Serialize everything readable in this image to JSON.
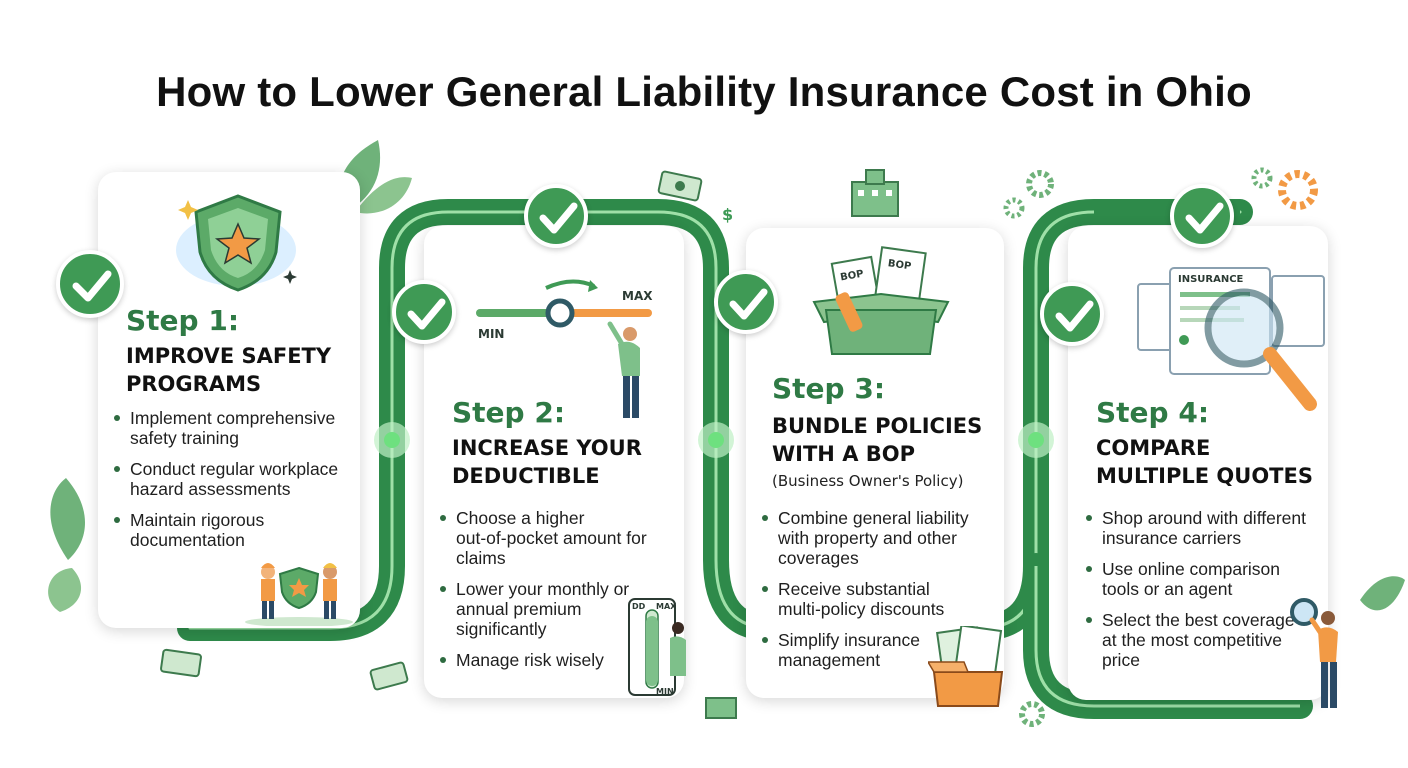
{
  "title": "How to Lower General Liability Insurance Cost in Ohio",
  "steps": [
    {
      "number": "Step 1:",
      "heading": "IMPROVE SAFETY\nPROGRAMS",
      "subheading": "",
      "bullets": [
        "Implement comprehensive\nsafety training",
        "Conduct regular workplace\nhazard assessments",
        "Maintain rigorous\ndocumentation"
      ],
      "icon": "shield-star-icon"
    },
    {
      "number": "Step 2:",
      "heading": "INCREASE YOUR\nDEDUCTIBLE",
      "subheading": "",
      "bullets": [
        "Choose a higher\nout-of-pocket amount for\nclaims",
        "Lower your monthly or\nannual premium\nsignificantly",
        "Manage risk wisely"
      ],
      "icon": "deductible-slider-icon",
      "slider": {
        "min_label": "MIN",
        "max_label": "MAX"
      },
      "gauge": {
        "top_label": "MAX",
        "top_left_label": "DD",
        "bottom_label": "MIN"
      }
    },
    {
      "number": "Step 3:",
      "heading": "BUNDLE POLICIES\nWITH A BOP",
      "subheading": "(Business Owner's Policy)",
      "bullets": [
        "Combine general liability\nwith property and other\ncoverages",
        "Receive substantial\nmulti-policy discounts",
        "Simplify insurance\nmanagement"
      ],
      "icon": "bop-box-icon",
      "doc_labels": [
        "BOP",
        "BOP"
      ]
    },
    {
      "number": "Step 4:",
      "heading": "COMPARE\nMULTIPLE QUOTES",
      "subheading": "",
      "bullets": [
        "Shop around with different\ninsurance carriers",
        "Use online comparison\ntools or an agent",
        "Select the best coverage\nat the most competitive\nprice"
      ],
      "icon": "magnifier-document-icon",
      "doc_label": "INSURANCE"
    }
  ],
  "colors": {
    "brand_green": "#2f7a45",
    "track_green": "#2e8a4a",
    "check_green": "#3f9a55",
    "accent_orange": "#f29a45"
  }
}
